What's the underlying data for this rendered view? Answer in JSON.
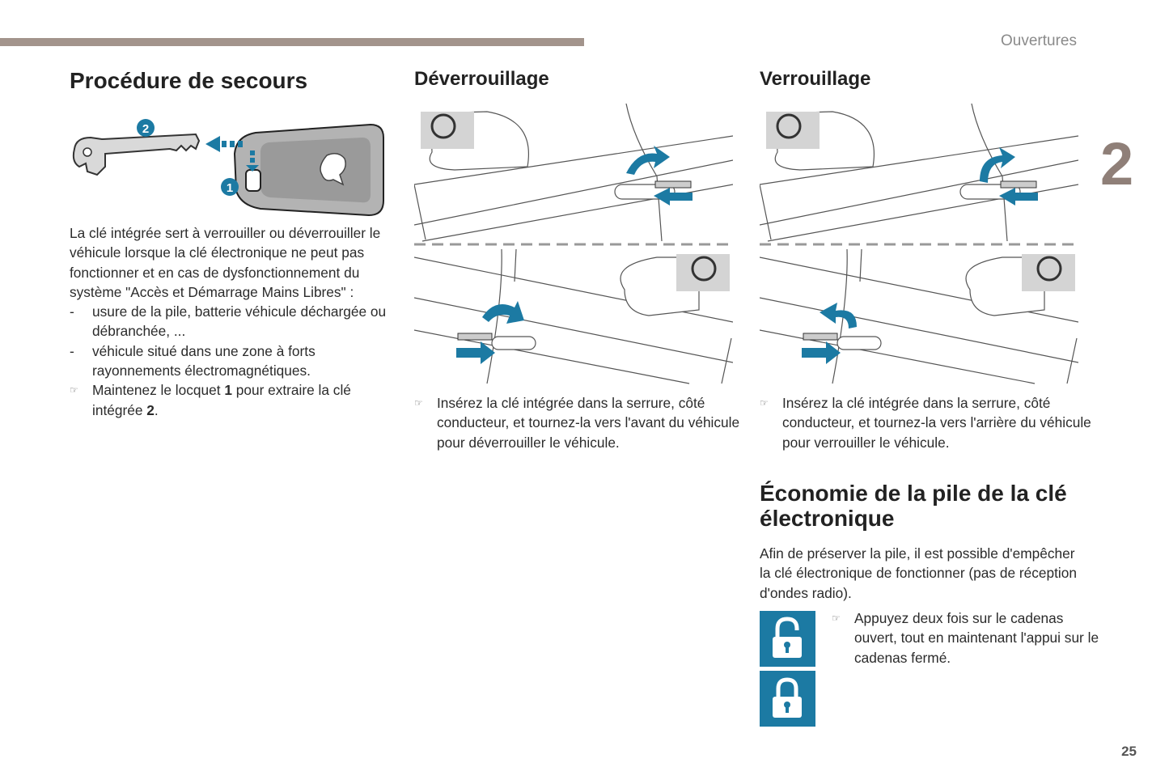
{
  "header": {
    "section": "Ouvertures",
    "chapter": "2"
  },
  "footer": {
    "page": "25"
  },
  "procedure": {
    "title": "Procédure de secours",
    "intro": "La clé intégrée sert à verrouiller ou déverrouiller le véhicule lorsque la clé électronique ne peut pas fonctionner et en cas de dysfonctionnement du système \"Accès et Démarrage Mains Libres\" :",
    "bullets": [
      "usure de la pile, batterie véhicule déchargée ou débranchée, ...",
      "véhicule situé dans une zone à forts rayonnements électromagnétiques."
    ],
    "step_prefix": "Maintenez le locquet ",
    "step_num1": "1",
    "step_mid": " pour extraire la clé intégrée ",
    "step_num2": "2",
    "step_end": ".",
    "badges": [
      "1",
      "2"
    ]
  },
  "deverrouillage": {
    "title": "Déverrouillage",
    "step": "Insérez la clé intégrée dans la serrure, côté conducteur, et tournez-la vers l'avant du véhicule pour déverrouiller le véhicule."
  },
  "verrouillage": {
    "title": "Verrouillage",
    "step": "Insérez la clé intégrée dans la serrure, côté conducteur, et tournez-la vers l'arrière du véhicule pour verrouiller le véhicule."
  },
  "economie": {
    "title": "Économie de la pile de la clé électronique",
    "intro": "Afin de préserver la pile, il est possible d'empêcher la clé électronique de fonctionner (pas de réception d'ondes radio).",
    "step": "Appuyez deux fois sur le cadenas ouvert, tout en maintenant l'appui sur le cadenas fermé."
  },
  "markers": {
    "dash": "-",
    "hand": "☞"
  },
  "colors": {
    "accent_blue": "#1c7aa3",
    "topbar": "#a3948c",
    "chapter": "#8f7f78"
  },
  "icons": [
    "padlock-open-icon",
    "padlock-closed-icon",
    "steering-wheel-icon",
    "key-icon",
    "arrow-icon"
  ]
}
